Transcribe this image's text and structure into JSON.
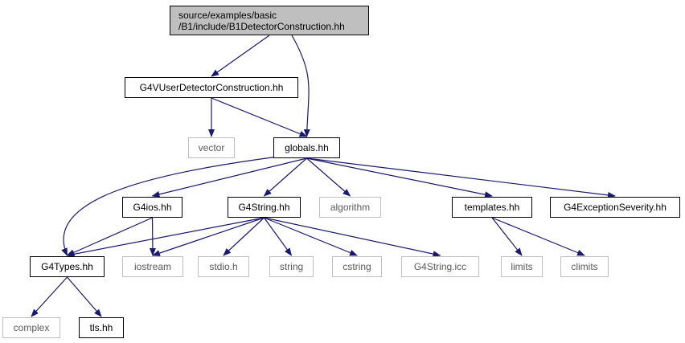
{
  "colors": {
    "edge": "#191970",
    "root_fill": "#bfbfbf",
    "ext_border": "#bfbfbf"
  },
  "nodes": {
    "root": {
      "line1": "source/examples/basic",
      "line2": "/B1/include/B1DetectorConstruction.hh"
    },
    "g4vuser": "G4VUserDetectorConstruction.hh",
    "vector": "vector",
    "globals": "globals.hh",
    "g4ios": "G4ios.hh",
    "g4string": "G4String.hh",
    "algorithm": "algorithm",
    "templates": "templates.hh",
    "g4exception": "G4ExceptionSeverity.hh",
    "g4types": "G4Types.hh",
    "iostream": "iostream",
    "stdio": "stdio.h",
    "string": "string",
    "cstring": "cstring",
    "g4stringicc": "G4String.icc",
    "limits": "limits",
    "climits": "climits",
    "complex": "complex",
    "tls": "tls.hh"
  },
  "edges": [
    [
      "root",
      "g4vuser"
    ],
    [
      "root",
      "globals"
    ],
    [
      "g4vuser",
      "vector"
    ],
    [
      "g4vuser",
      "globals"
    ],
    [
      "globals",
      "g4types"
    ],
    [
      "globals",
      "g4ios"
    ],
    [
      "globals",
      "g4string"
    ],
    [
      "globals",
      "algorithm"
    ],
    [
      "globals",
      "templates"
    ],
    [
      "globals",
      "g4exception"
    ],
    [
      "g4ios",
      "g4types"
    ],
    [
      "g4ios",
      "iostream"
    ],
    [
      "g4string",
      "g4types"
    ],
    [
      "g4string",
      "iostream"
    ],
    [
      "g4string",
      "stdio"
    ],
    [
      "g4string",
      "string"
    ],
    [
      "g4string",
      "cstring"
    ],
    [
      "g4string",
      "g4stringicc"
    ],
    [
      "templates",
      "limits"
    ],
    [
      "templates",
      "climits"
    ],
    [
      "g4types",
      "complex"
    ],
    [
      "g4types",
      "tls"
    ]
  ]
}
